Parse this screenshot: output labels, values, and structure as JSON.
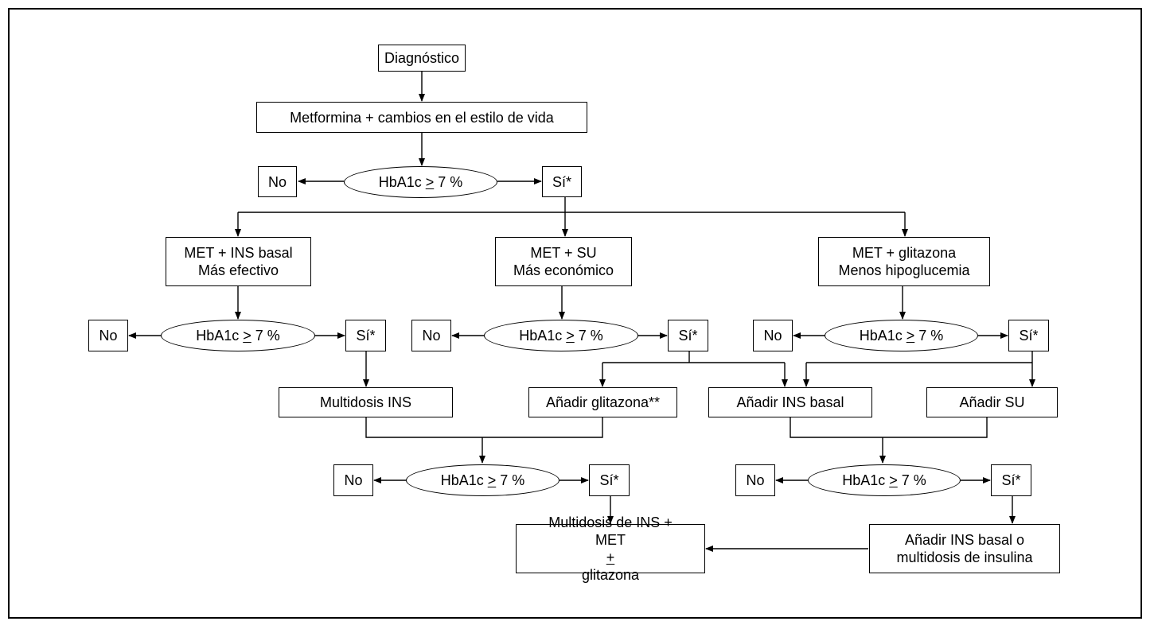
{
  "nodes": {
    "diagnostico": "Diagnóstico",
    "metformina": "Metformina + cambios en el estilo de vida",
    "hba1c_1": {
      "pre": "HbA1c ",
      "op": ">",
      "post": " 7 %"
    },
    "no_1": "No",
    "si_1": "Sí*",
    "opt_ins_l1": "MET + INS basal",
    "opt_ins_l2": "Más efectivo",
    "opt_su_l1": "MET + SU",
    "opt_su_l2": "Más económico",
    "opt_gli_l1": "MET + glitazona",
    "opt_gli_l2": "Menos hipoglucemia",
    "hba1c_l": {
      "pre": "HbA1c ",
      "op": ">",
      "post": " 7 %"
    },
    "no_l": "No",
    "si_l": "Sí*",
    "hba1c_m": {
      "pre": "HbA1c ",
      "op": ">",
      "post": " 7 %"
    },
    "no_m": "No",
    "si_m": "Sí*",
    "hba1c_r": {
      "pre": "HbA1c ",
      "op": ">",
      "post": " 7 %"
    },
    "no_r": "No",
    "si_r": "Sí*",
    "multidosis_ins": "Multidosis INS",
    "anadir_glitazona": "Añadir glitazona**",
    "anadir_ins_basal": "Añadir INS basal",
    "anadir_su": "Añadir SU",
    "hba1c_bl": {
      "pre": "HbA1c ",
      "op": ">",
      "post": " 7 %"
    },
    "no_bl": "No",
    "si_bl": "Sí*",
    "hba1c_br": {
      "pre": "HbA1c ",
      "op": ">",
      "post": " 7 %"
    },
    "no_br": "No",
    "si_br": "Sí*",
    "final_l_l1": "Multidosis de INS +",
    "final_l_l2a": "MET ",
    "final_l_op": "+",
    "final_l_l2b": " glitazona",
    "final_r_l1": "Añadir INS basal o",
    "final_r_l2": "multidosis de insulina"
  }
}
